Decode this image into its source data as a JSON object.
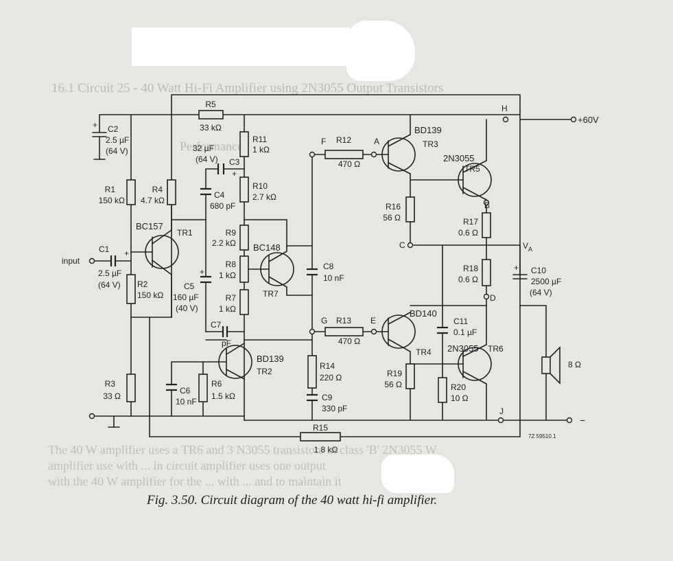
{
  "background_text": {
    "heading": "16.1 Circuit 25 - 40 Watt Hi-Fi Amplifier using 2N3055 Output Transistors",
    "performance": "Performance",
    "para_line1": "The 40 W amplifier uses a TR6 and 3 N3055 transistors in class 'B' 2N3055 W",
    "para_line2": "amplifier use with ... in circuit amplifier uses one output",
    "para_line3": "with the 40 W amplifier for the ... with ... and to maintain it"
  },
  "caption": "Fig. 3.50. Circuit diagram of the 40 watt hi-fi amplifier.",
  "code": "7Z 59510.1",
  "supply": {
    "label": "+60V",
    "node": "H"
  },
  "input_label": "input",
  "ground_minus": "−",
  "nodes": [
    "A",
    "B",
    "C",
    "D",
    "E",
    "F",
    "G",
    "H",
    "J",
    "V_A"
  ],
  "transistors": [
    {
      "ref": "TR1",
      "type": "BC157"
    },
    {
      "ref": "TR2",
      "type": "BD139"
    },
    {
      "ref": "TR3",
      "type": "BD139"
    },
    {
      "ref": "TR4",
      "type": "BD140"
    },
    {
      "ref": "TR5",
      "type": "2N3055"
    },
    {
      "ref": "TR6",
      "type": "2N3055"
    },
    {
      "ref": "TR7",
      "type": "BC148"
    }
  ],
  "resistors": [
    {
      "ref": "R1",
      "value": "150 kΩ"
    },
    {
      "ref": "R2",
      "value": "150 kΩ"
    },
    {
      "ref": "R3",
      "value": "33 Ω"
    },
    {
      "ref": "R4",
      "value": "4.7 kΩ"
    },
    {
      "ref": "R5",
      "value": "33 kΩ"
    },
    {
      "ref": "R6",
      "value": "1.5 kΩ"
    },
    {
      "ref": "R7",
      "value": "1 kΩ"
    },
    {
      "ref": "R8",
      "value": "1 kΩ"
    },
    {
      "ref": "R9",
      "value": "2.2 kΩ"
    },
    {
      "ref": "R10",
      "value": "2.7 kΩ"
    },
    {
      "ref": "R11",
      "value": "1 kΩ"
    },
    {
      "ref": "R12",
      "value": "470 Ω"
    },
    {
      "ref": "R13",
      "value": "470 Ω"
    },
    {
      "ref": "R14",
      "value": "220 Ω"
    },
    {
      "ref": "R15",
      "value": "1.8 kΩ"
    },
    {
      "ref": "R16",
      "value": "56 Ω"
    },
    {
      "ref": "R17",
      "value": "0.6 Ω"
    },
    {
      "ref": "R18",
      "value": "0.6 Ω"
    },
    {
      "ref": "R19",
      "value": "56 Ω"
    },
    {
      "ref": "R20",
      "value": "10 Ω"
    }
  ],
  "capacitors": [
    {
      "ref": "C1",
      "value": "2.5 µF",
      "rating": "(64 V)"
    },
    {
      "ref": "C2",
      "value": "2.5 µF",
      "rating": "(64 V)"
    },
    {
      "ref": "C3",
      "value": "32 µF",
      "rating": "(64 V)"
    },
    {
      "ref": "C4",
      "value": "680 pF"
    },
    {
      "ref": "C5",
      "value": "160 µF",
      "rating": "(40 V)"
    },
    {
      "ref": "C6",
      "value": "10 nF"
    },
    {
      "ref": "C7",
      "value": "pF"
    },
    {
      "ref": "C8",
      "value": "10 nF"
    },
    {
      "ref": "C9",
      "value": "330 pF"
    },
    {
      "ref": "C10",
      "value": "2500 µF",
      "rating": "(64 V)"
    },
    {
      "ref": "C11",
      "value": "0.1 µF"
    }
  ],
  "speaker": {
    "value": "8 Ω"
  },
  "colors": {
    "paper": "#e6e6e2",
    "ink": "#222222",
    "faded": "#9a9a98"
  }
}
